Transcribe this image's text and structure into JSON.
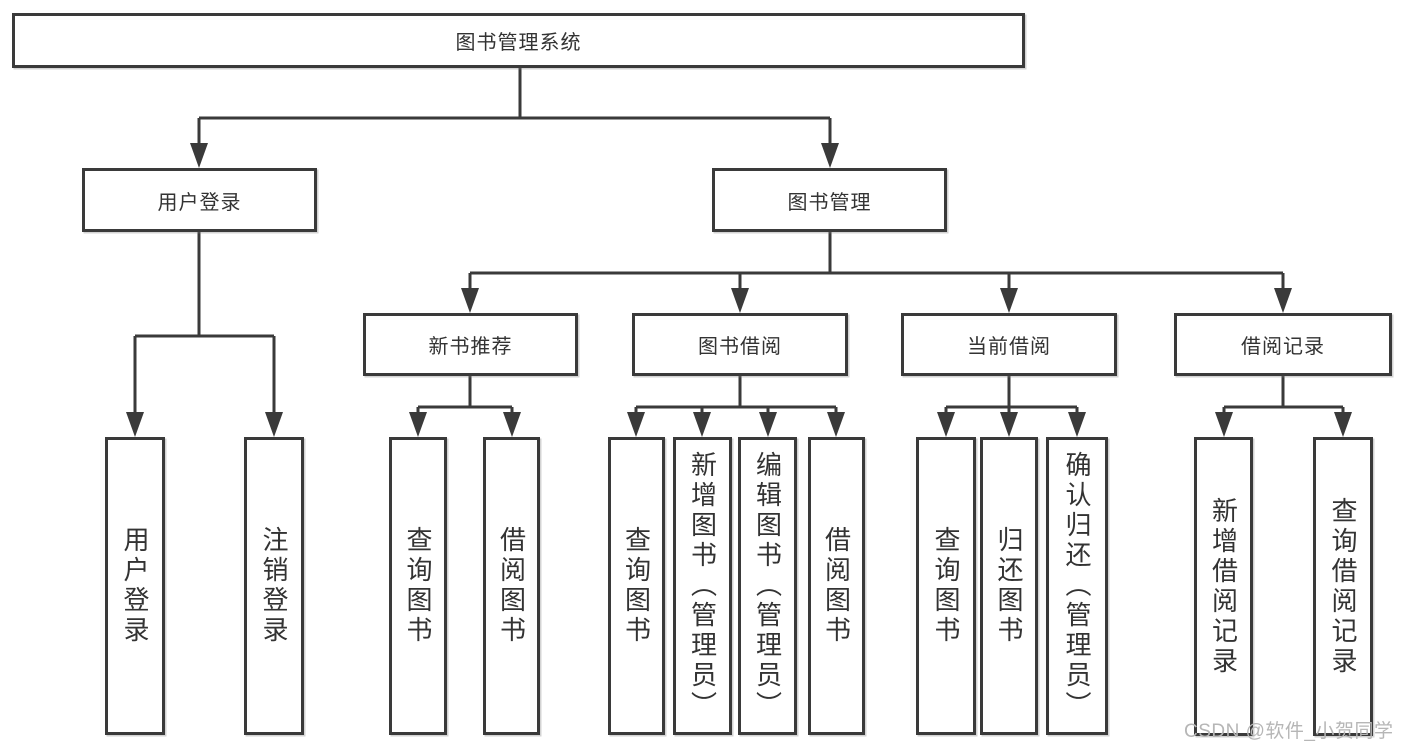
{
  "colors": {
    "line": "#3a3a3a",
    "text": "#333333",
    "watermark": "#b6b6b6",
    "background": "#ffffff"
  },
  "tree": {
    "root": {
      "label": "图书管理系统"
    },
    "level1": [
      {
        "label": "用户登录"
      },
      {
        "label": "图书管理"
      }
    ],
    "level2": [
      {
        "label": "新书推荐"
      },
      {
        "label": "图书借阅"
      },
      {
        "label": "当前借阅"
      },
      {
        "label": "借阅记录"
      }
    ],
    "leaves": {
      "user_login": [
        "用户登录",
        "注销登录"
      ],
      "new_book": [
        "查询图书",
        "借阅图书"
      ],
      "book_borrow": [
        "查询图书",
        "新增图书（管理员）",
        "编辑图书（管理员）",
        "借阅图书"
      ],
      "current_borrow": [
        "查询图书",
        "归还图书",
        "确认归还（管理员）"
      ],
      "borrow_record": [
        "新增借阅记录",
        "查询借阅记录"
      ]
    }
  },
  "watermark": "CSDN @软件_小贺同学"
}
